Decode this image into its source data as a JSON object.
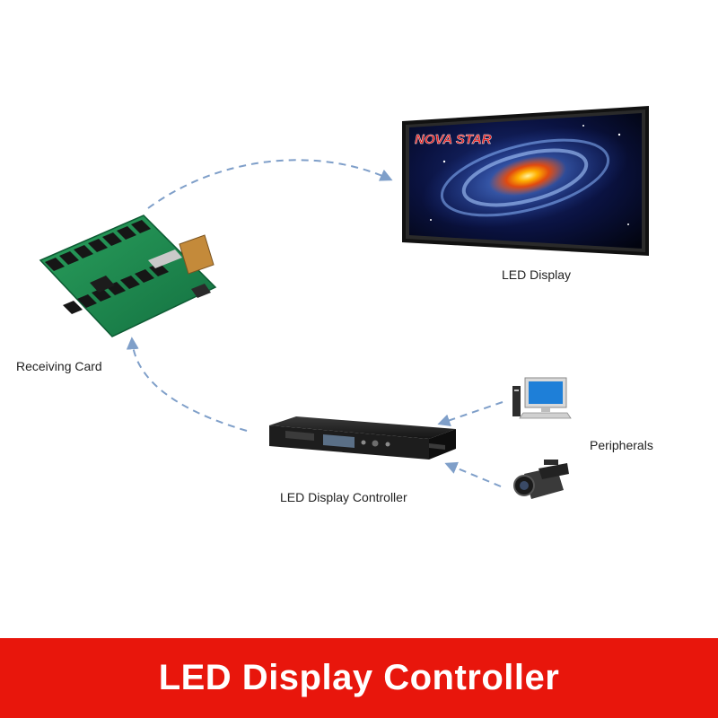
{
  "colors": {
    "background": "#ffffff",
    "arrow": "#7f9fc9",
    "banner": "#e8160c",
    "banner_text": "#ffffff",
    "pcb_green": "#1e8a4e",
    "screen_frame": "#1a1a1a",
    "controller_body": "#222222"
  },
  "screen": {
    "brand_text": "NOVA STAR"
  },
  "labels": {
    "led_display": "LED Display",
    "receiving_card": "Receiving Card",
    "led_display_controller": "LED Display Controller",
    "peripherals": "Peripherals"
  },
  "banner": {
    "title": "LED Display Controller"
  }
}
